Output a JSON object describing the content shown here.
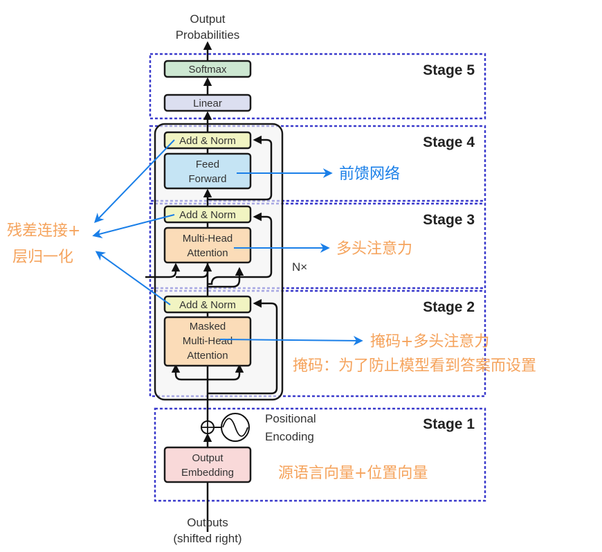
{
  "io": {
    "output_top": [
      "Output",
      "Probabilities"
    ],
    "input_bottom": [
      "Outputs",
      "(shifted right)"
    ]
  },
  "blocks": {
    "softmax": "Softmax",
    "linear": "Linear",
    "add_norm": "Add & Norm",
    "feed_forward": [
      "Feed",
      "Forward"
    ],
    "multi_head_attention": [
      "Multi-Head",
      "Attention"
    ],
    "masked_multi_head_attention": [
      "Masked",
      "Multi-Head",
      "Attention"
    ],
    "output_embedding": [
      "Output",
      "Embedding"
    ],
    "positional_encoding": [
      "Positional",
      "Encoding"
    ],
    "repeat": "N×"
  },
  "stages": [
    "Stage 5",
    "Stage 4",
    "Stage 3",
    "Stage 2",
    "Stage 1"
  ],
  "annotations": {
    "feed_forward": "前馈网络",
    "multi_head": "多头注意力",
    "masked": "掩码+多头注意力",
    "masked_note": "掩码：为了防止模型看到答案而设置",
    "residual": [
      "残差连接+",
      "层归一化"
    ],
    "embedding": "源语言向量+位置向量"
  },
  "colors": {
    "stage_border": "#3b3bcc",
    "arrow_blue": "#1a7fe8",
    "orange_text": "#f5a35c",
    "blue_text": "#1a7fe8",
    "softmax_fill": "#cde8d2",
    "linear_fill": "#dcdff0",
    "addnorm_fill": "#f1f4c2",
    "ff_fill": "#c5e4f4",
    "attn_fill": "#fbdcb8",
    "embed_fill": "#f9d9d9",
    "layer_bg": "#f2f2f2"
  }
}
